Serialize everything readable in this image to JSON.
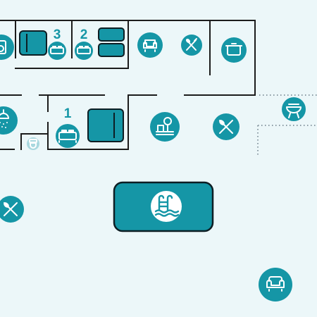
{
  "colors": {
    "background": "#ecf7f9",
    "accent": "#1596a6",
    "wall": "#1c1c1c",
    "outdoor_boundary": "#8a9aa3"
  },
  "rooms": [
    {
      "number": "3",
      "icons": [
        "double-bed-icon",
        "double-bed-icon"
      ]
    },
    {
      "number": "2",
      "icons": [
        "twin-beds-icon",
        "double-bed-icon"
      ]
    },
    {
      "number": "1",
      "icons": [
        "double-bed-icon",
        "double-bed-icon"
      ]
    }
  ],
  "icons": [
    "washing-machine-icon",
    "armchair-icon",
    "cutlery-icon",
    "cooking-pot-icon",
    "shower-icon",
    "toilet-icon",
    "garden-icon",
    "cutlery-icon",
    "barbecue-icon",
    "swimming-pool-icon",
    "sofa-icon"
  ]
}
